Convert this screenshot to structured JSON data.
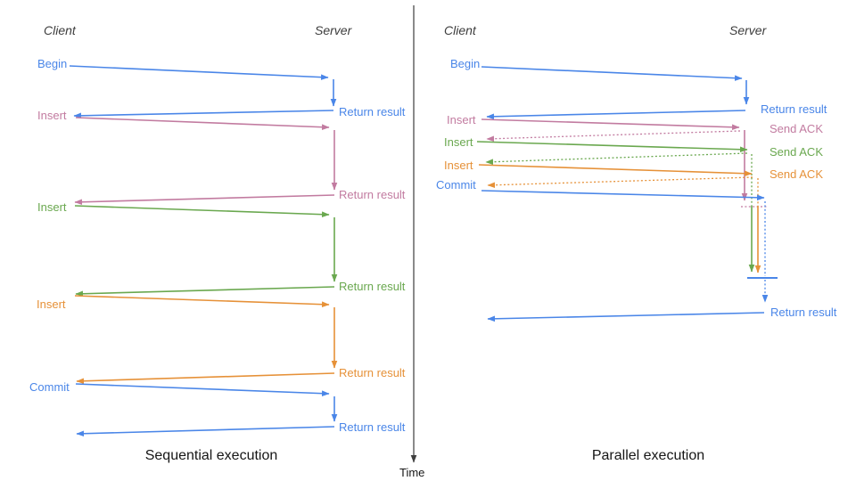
{
  "colors": {
    "blue": "#4a86e8",
    "pink": "#c27ba0",
    "green": "#6aa84f",
    "orange": "#e69138",
    "axis": "#3d3d3d",
    "caption_text": "#161616"
  },
  "time_axis": {
    "label": "Time"
  },
  "sequential": {
    "caption": "Sequential execution",
    "client": "Client",
    "server": "Server",
    "steps": [
      {
        "request": "Begin",
        "response": "Return result",
        "color": "blue"
      },
      {
        "request": "Insert",
        "response": "Return result",
        "color": "pink"
      },
      {
        "request": "Insert",
        "response": "Return result",
        "color": "green"
      },
      {
        "request": "Insert",
        "response": "Return result",
        "color": "orange"
      },
      {
        "request": "Commit",
        "response": "Return result",
        "color": "blue"
      }
    ]
  },
  "parallel": {
    "caption": "Parallel execution",
    "client": "Client",
    "server": "Server",
    "steps": [
      {
        "request": "Begin",
        "response": "Return result",
        "color": "blue"
      },
      {
        "request": "Insert",
        "response": "Send ACK",
        "color": "pink"
      },
      {
        "request": "Insert",
        "response": "Send ACK",
        "color": "green"
      },
      {
        "request": "Insert",
        "response": "Send ACK",
        "color": "orange"
      },
      {
        "request": "Commit",
        "response": "Return result",
        "color": "blue"
      }
    ]
  }
}
